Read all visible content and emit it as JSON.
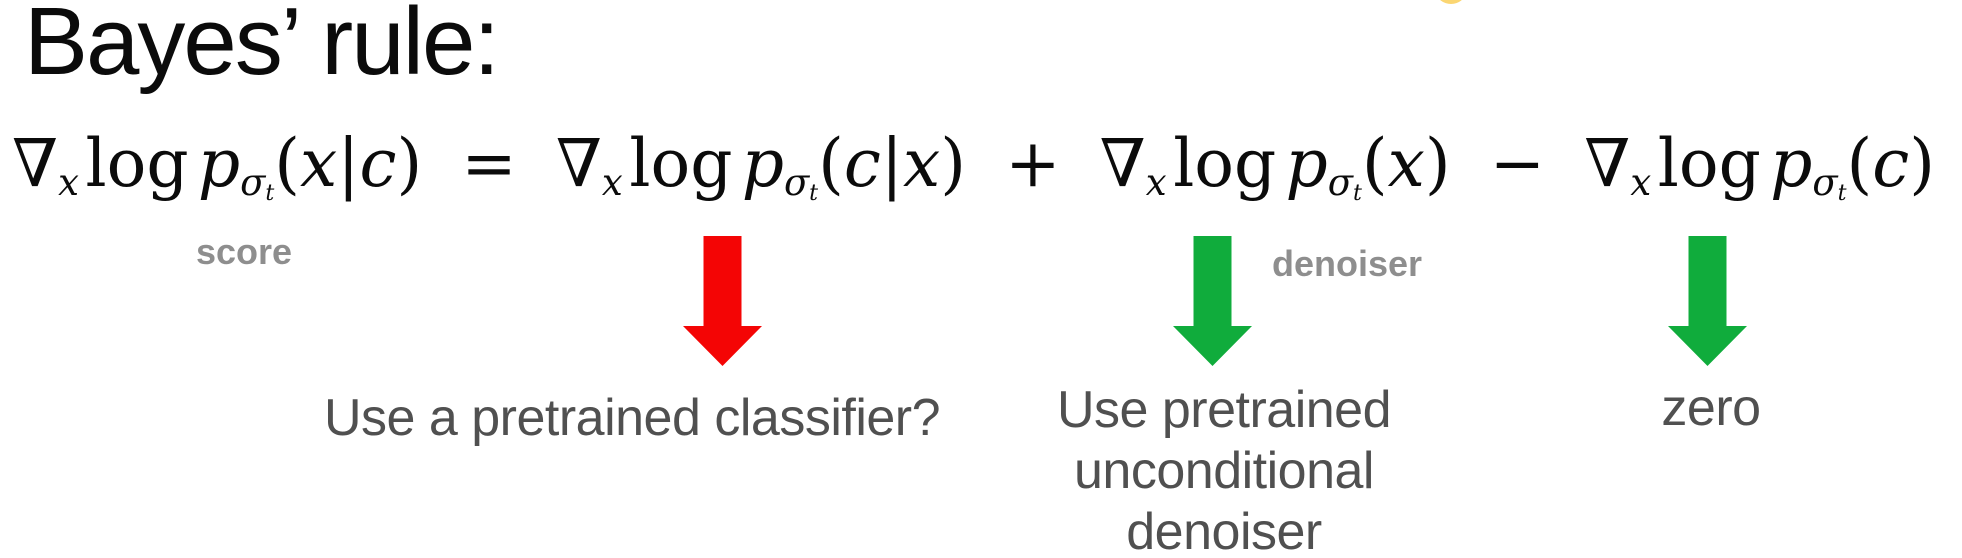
{
  "title": "Bayes’ rule:",
  "equation": {
    "terms": [
      {
        "nabla": "∇",
        "nabla_sub": "x",
        "log": "log",
        "p": "p",
        "sigma": "σ",
        "sigma_sub": "t",
        "open": "(",
        "arg1": "x",
        "bar": "|",
        "arg2": "c",
        "close": ")"
      },
      {
        "nabla": "∇",
        "nabla_sub": "x",
        "log": "log",
        "p": "p",
        "sigma": "σ",
        "sigma_sub": "t",
        "open": "(",
        "arg1": "c",
        "bar": "|",
        "arg2": "x",
        "close": ")"
      },
      {
        "nabla": "∇",
        "nabla_sub": "x",
        "log": "log",
        "p": "p",
        "sigma": "σ",
        "sigma_sub": "t",
        "open": "(",
        "arg1": "x",
        "bar": "",
        "arg2": "",
        "close": ")"
      },
      {
        "nabla": "∇",
        "nabla_sub": "x",
        "log": "log",
        "p": "p",
        "sigma": "σ",
        "sigma_sub": "t",
        "open": "(",
        "arg1": "c",
        "bar": "",
        "arg2": "",
        "close": ")"
      }
    ],
    "operators": [
      "=",
      "+",
      "−"
    ]
  },
  "annotations": {
    "score": "score",
    "denoiser": "denoiser"
  },
  "answers": {
    "classifier_question": "Use a pretrained classifier?",
    "unconditional_lines": [
      "Use pretrained",
      "unconditional",
      "denoiser"
    ],
    "zero": "zero"
  },
  "colors": {
    "red_arrow": "#f40505",
    "green_arrow": "#10ac3c",
    "small_label_gray": "#8e8e8e",
    "answer_gray": "#505050",
    "equation_black": "#0b0b0b",
    "sun_peek_yellow": "#fbd672"
  }
}
